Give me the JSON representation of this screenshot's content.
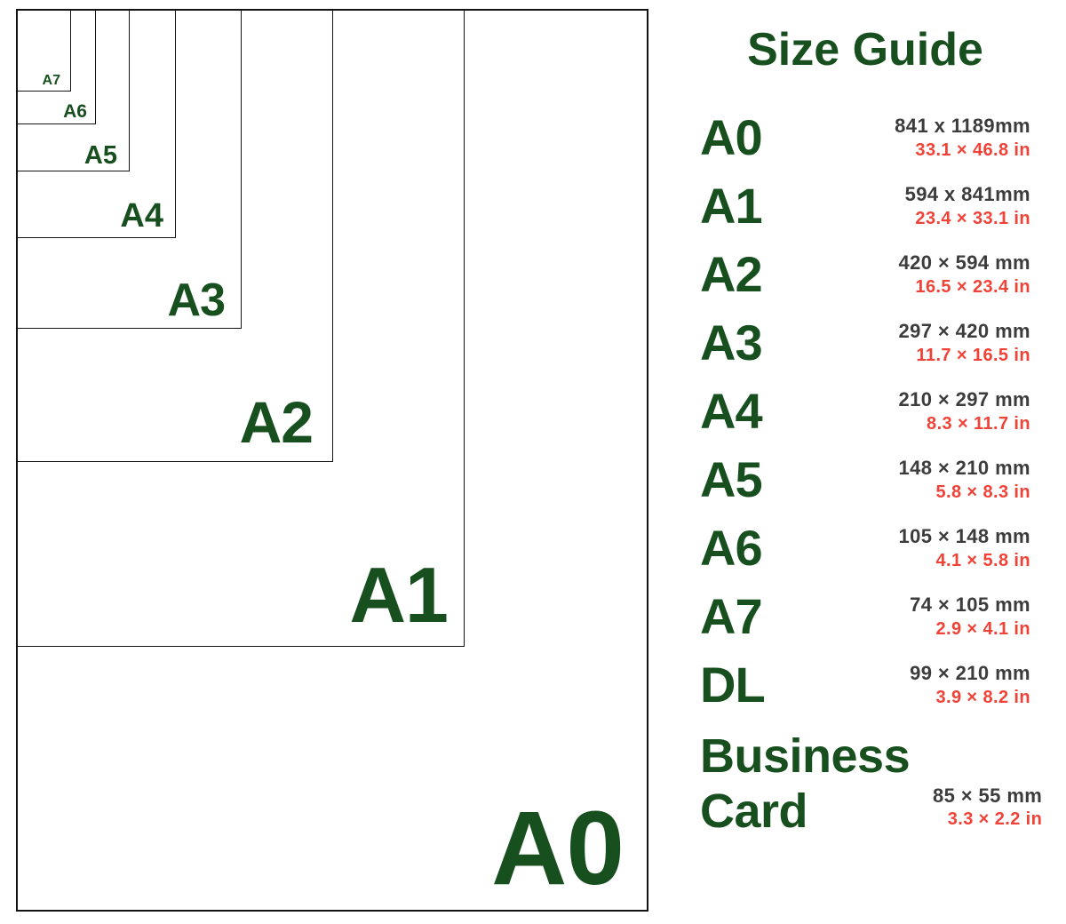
{
  "panel": {
    "title": "Size Guide"
  },
  "diagram": {
    "rects": [
      {
        "label": "A0"
      },
      {
        "label": "A1"
      },
      {
        "label": "A2"
      },
      {
        "label": "A3"
      },
      {
        "label": "A4"
      },
      {
        "label": "A5"
      },
      {
        "label": "A6"
      },
      {
        "label": "A7"
      }
    ]
  },
  "sizes": [
    {
      "label": "A0",
      "mm": "841 x 1189mm",
      "inches": "33.1 × 46.8 in"
    },
    {
      "label": "A1",
      "mm": "594 x 841mm",
      "inches": "23.4 × 33.1 in"
    },
    {
      "label": "A2",
      "mm": "420 × 594 mm",
      "inches": "16.5 × 23.4 in"
    },
    {
      "label": "A3",
      "mm": "297 × 420 mm",
      "inches": "11.7 × 16.5 in"
    },
    {
      "label": "A4",
      "mm": "210 × 297 mm",
      "inches": "8.3 × 11.7 in"
    },
    {
      "label": "A5",
      "mm": "148 × 210 mm",
      "inches": "5.8 × 8.3 in"
    },
    {
      "label": "A6",
      "mm": "105 × 148 mm",
      "inches": "4.1 × 5.8 in"
    },
    {
      "label": "A7",
      "mm": "74 × 105 mm",
      "inches": "2.9 × 4.1 in"
    },
    {
      "label": "DL",
      "mm": "99 × 210 mm",
      "inches": "3.9 × 8.2 in"
    },
    {
      "label": "Business Card",
      "mm": "85 × 55 mm",
      "inches": "3.3 × 2.2 in"
    }
  ],
  "colors": {
    "green": "#174f1f",
    "red": "#f04236",
    "mm": "#3c3c3c",
    "line": "#141414"
  }
}
